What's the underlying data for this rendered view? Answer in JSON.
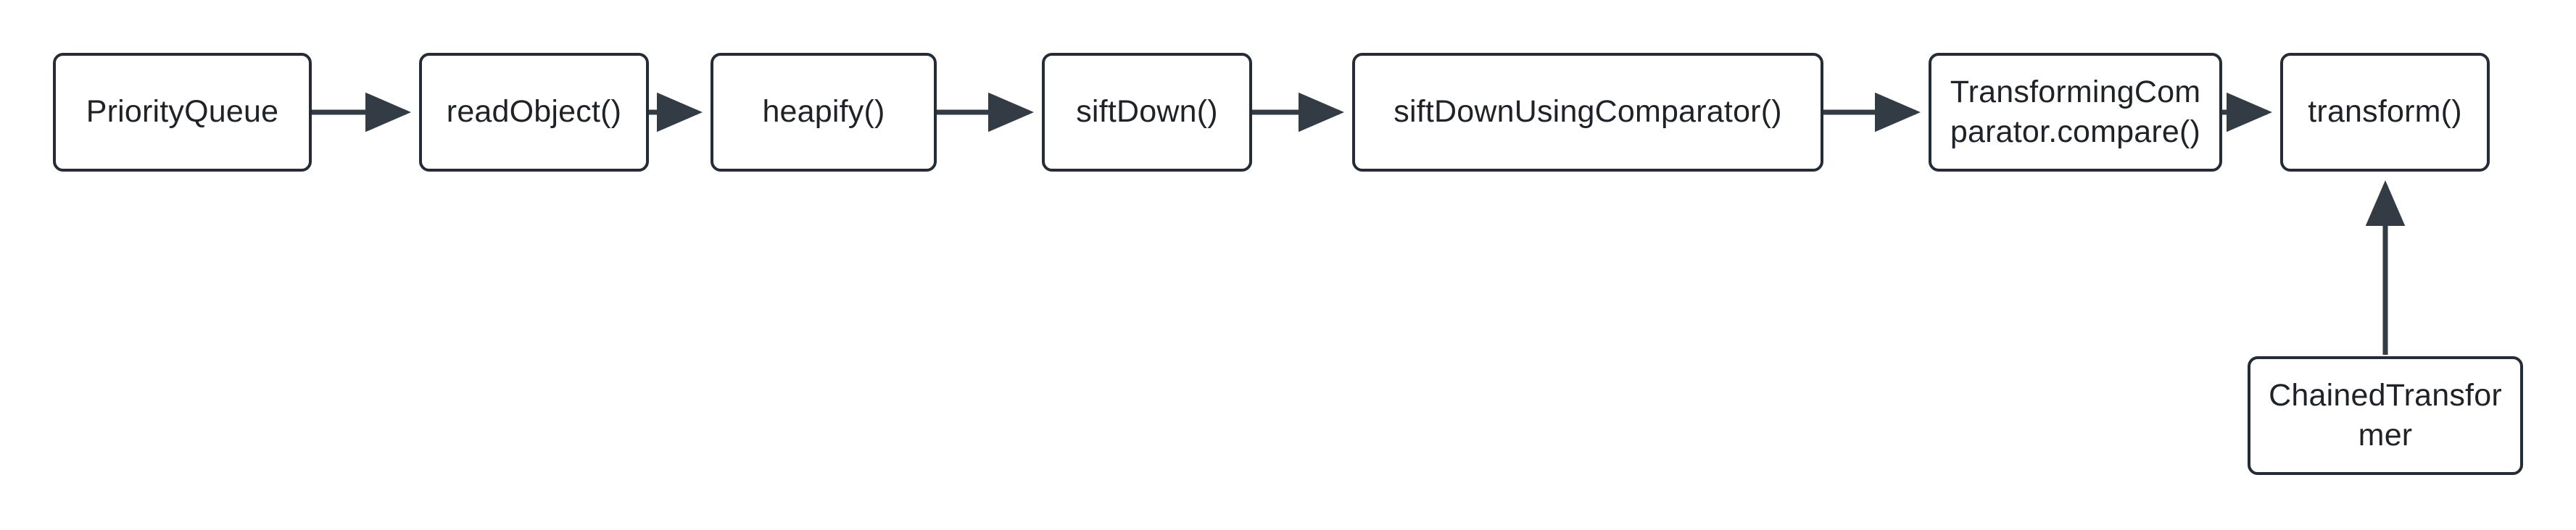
{
  "diagram": {
    "type": "flowchart",
    "direction": "left-to-right",
    "background_color": "#ffffff",
    "node_border_color": "#242d35",
    "node_fill_color": "#ffffff",
    "edge_color": "#333c44",
    "text_color": "#1f2328",
    "nodes": [
      {
        "id": "priority-queue",
        "label": "PriorityQueue"
      },
      {
        "id": "read-object",
        "label": "readObject()"
      },
      {
        "id": "heapify",
        "label": "heapify()"
      },
      {
        "id": "sift-down",
        "label": "siftDown()"
      },
      {
        "id": "sift-down-comparator",
        "label": "siftDownUsingComparator()"
      },
      {
        "id": "transforming-comparator",
        "label": "TransformingCom\nparator.compare()"
      },
      {
        "id": "transform",
        "label": "transform()"
      },
      {
        "id": "chained-transformer",
        "label": "ChainedTransfor\nmer"
      }
    ],
    "edges": [
      {
        "from": "priority-queue",
        "to": "read-object",
        "direction": "right"
      },
      {
        "from": "read-object",
        "to": "heapify",
        "direction": "right"
      },
      {
        "from": "heapify",
        "to": "sift-down",
        "direction": "right"
      },
      {
        "from": "sift-down",
        "to": "sift-down-comparator",
        "direction": "right"
      },
      {
        "from": "sift-down-comparator",
        "to": "transforming-comparator",
        "direction": "right"
      },
      {
        "from": "transforming-comparator",
        "to": "transform",
        "direction": "right"
      },
      {
        "from": "chained-transformer",
        "to": "transform",
        "direction": "up"
      }
    ]
  }
}
